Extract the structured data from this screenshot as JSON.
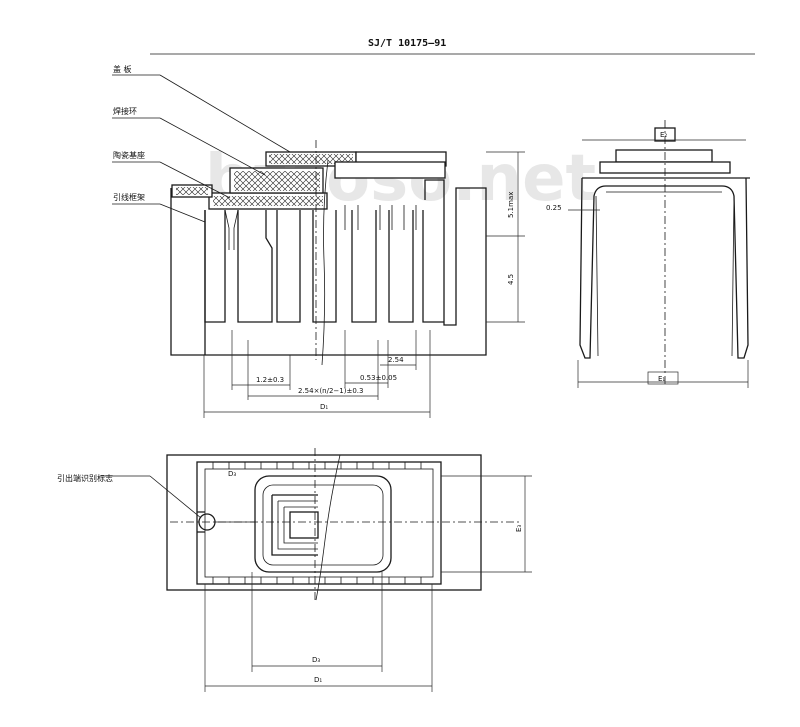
{
  "header": {
    "standard_number": "SJ/T 10175—91"
  },
  "watermark": "bzsoso.net",
  "labels": {
    "cover_plate": "盖 板",
    "solder_ring": "焊接环",
    "ceramic_base": "陶瓷基座",
    "lead_frame": "引线框架",
    "pin1_mark": "引出端识别标志"
  },
  "dimensions": {
    "height_max": "5.1max",
    "lead_length": "4.5",
    "lead_pitch": "2.54",
    "lead_width": "0.53±0.05",
    "lead_end": "1.2±0.3",
    "pitch_span": "2.54×(n/2−1)±0.3",
    "body_length": "D₁",
    "lead_thickness": "0.25",
    "top_width": "E₂",
    "bottom_width": "E₁",
    "plan_width": "E₃",
    "plan_cavity": "D₃",
    "plan_length": "D₁"
  }
}
